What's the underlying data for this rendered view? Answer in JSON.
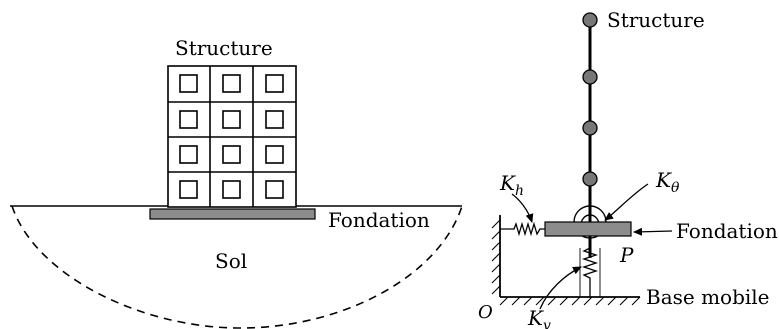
{
  "left_figure": {
    "structure_label": "Structure",
    "foundation_label": "Fondation",
    "soil_label": "Sol"
  },
  "right_figure": {
    "structure_label": "Structure",
    "foundation_label": "Fondation",
    "base_label": "Base mobile",
    "point_label": "P",
    "origin_label": "O",
    "kh": {
      "main": "K",
      "sub": "h"
    },
    "ktheta": {
      "main": "K",
      "sub": "θ"
    },
    "kv": {
      "main": "K",
      "sub": "v"
    }
  }
}
